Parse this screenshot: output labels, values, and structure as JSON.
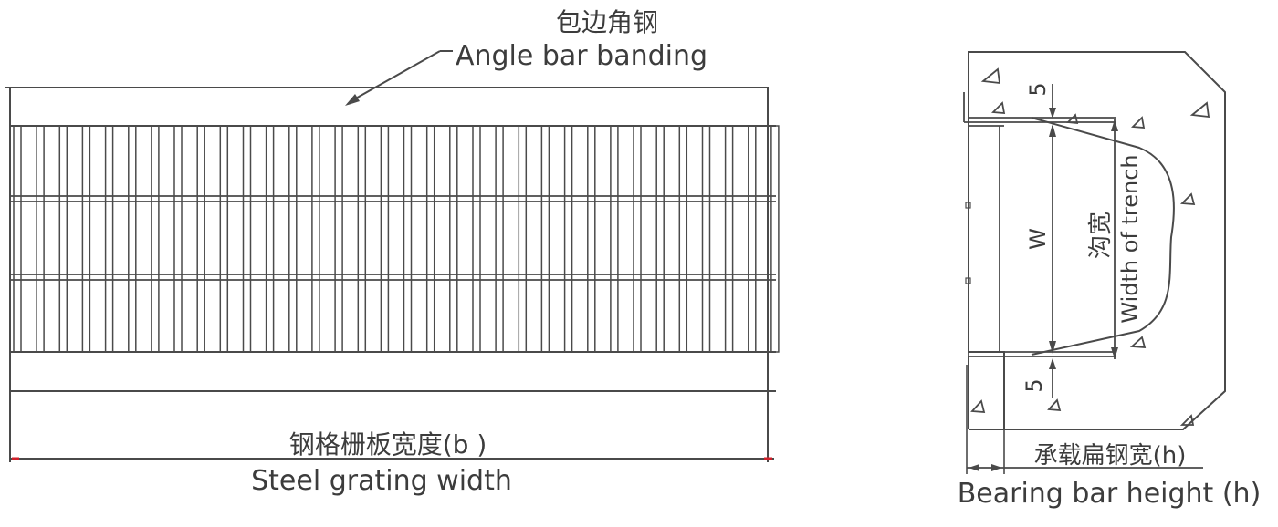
{
  "plan_view": {
    "banding_label_cn": "包边角钢",
    "banding_label_en": "Angle bar banding",
    "width_label_cn": "钢格栅板宽度(b )",
    "width_label_en": "Steel grating width"
  },
  "section_view": {
    "offset_top": "5",
    "offset_bottom": "5",
    "w_label": "W",
    "trench_label_cn": "沟宽",
    "trench_label_en": "Width of trench",
    "height_label_cn": "承载扁钢宽(h)",
    "height_label_en": "Bearing bar height (h)"
  },
  "colors": {
    "line": "#4a4a4a",
    "text": "#3c3c3c",
    "marker": "#d0202a"
  }
}
